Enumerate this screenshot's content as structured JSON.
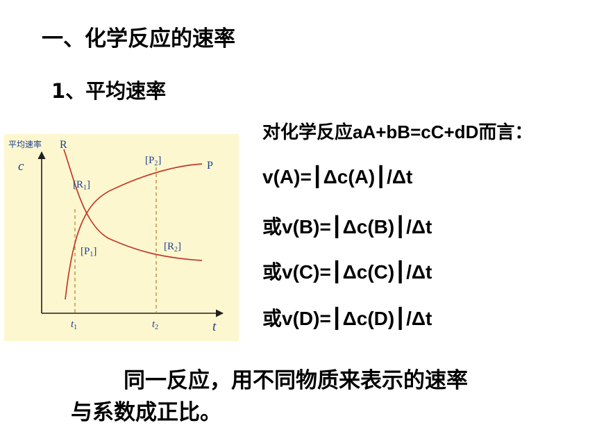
{
  "title": "一、化学反应的速率",
  "subtitle": "1、平均速率",
  "chart": {
    "corner_label": "平均速率",
    "y_axis": "c",
    "x_axis": "t",
    "reactant_curve": "R",
    "product_curve": "P",
    "label_R1": "[R",
    "label_R1_sub": "1",
    "label_P1": "[P",
    "label_P1_sub": "1",
    "label_P2": "[P",
    "label_P2_sub": "2",
    "label_R2": "[R",
    "label_R2_sub": "2",
    "bracket_close": "]",
    "tick_t1": "t",
    "tick_t1_sub": "1",
    "tick_t2": "t",
    "tick_t2_sub": "2"
  },
  "intro_line": "对化学反应aA+bB=cC+dD而言：",
  "equations": [
    "v(A)=┃Δc(A)┃/Δt",
    "或v(B)=┃Δc(B)┃/Δt",
    "或v(C)=┃Δc(C)┃/Δt",
    "或v(D)=┃Δc(D)┃/Δt"
  ],
  "conclusion_line1": "同一反应，用不同物质来表示的速率",
  "conclusion_line2": "与系数成正比。",
  "colors": {
    "chart_background": "#fdf7cf",
    "curve": "#c0392b",
    "axis": "#1f1f1f",
    "label_blue": "#1f3f8f",
    "dashed": "#b5792e"
  }
}
